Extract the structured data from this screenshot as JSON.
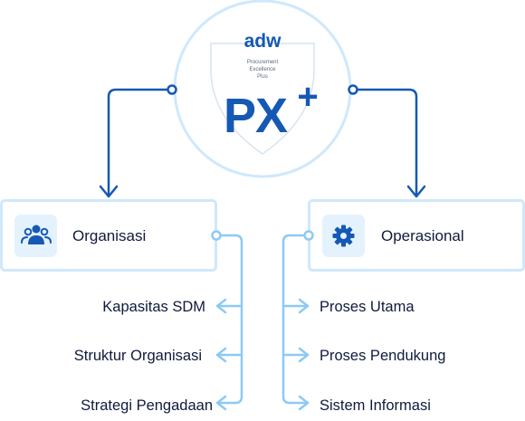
{
  "hub": {
    "brand": "adw",
    "tagline_lines": [
      "Procurement",
      "Excellence",
      "Plus"
    ],
    "product": "PX",
    "superscript": "+"
  },
  "left_card": {
    "label": "Organisasi",
    "icon": "people-group-icon",
    "items": [
      "Kapasitas SDM",
      "Struktur Organisasi",
      "Strategi Pengadaan"
    ]
  },
  "right_card": {
    "label": "Operasional",
    "icon": "gear-icon",
    "items": [
      "Proses Utama",
      "Proses Pendukung",
      "Sistem Informasi"
    ]
  },
  "colors": {
    "primary_blue": "#1559b4",
    "light_blue": "#8ccaf4",
    "card_border": "#cfe8fb",
    "icon_bg": "#e4f2fd",
    "text_dark": "#0f1b3d"
  }
}
